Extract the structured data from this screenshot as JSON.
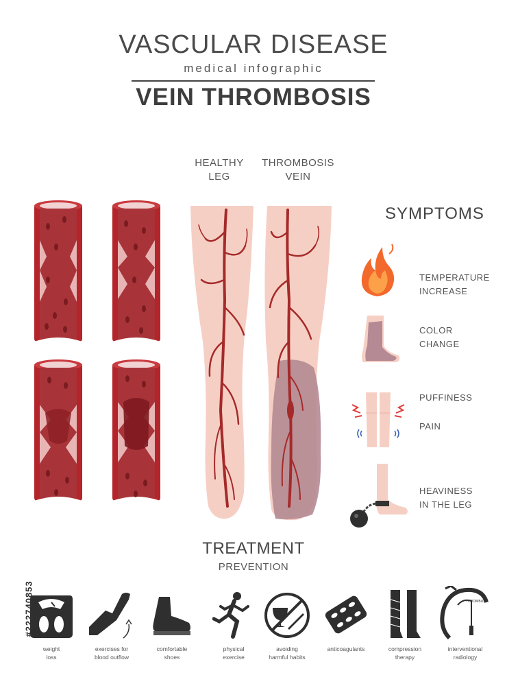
{
  "header": {
    "title": "VASCULAR DISEASE",
    "subtitle": "medical infographic",
    "heading": "VEIN THROMBOSIS"
  },
  "legs": {
    "healthy_label_line1": "HEALTHY",
    "healthy_label_line2": "LEG",
    "thrombosis_label_line1": "THROMBOSIS",
    "thrombosis_label_line2": "VEIN"
  },
  "symptoms": {
    "title": "SYMPTOMS",
    "items": [
      {
        "line1": "TEMPERATURE",
        "line2": "INCREASE",
        "icon": "flame-icon"
      },
      {
        "line1": "COLOR",
        "line2": "CHANGE",
        "icon": "discolored-foot-icon"
      },
      {
        "line1": "PUFFINESS",
        "line2": "",
        "icon": "swollen-legs-icon"
      },
      {
        "line1": "PAIN",
        "line2": "",
        "icon": "pain-icon"
      },
      {
        "line1": "HEAVINESS",
        "line2": "IN THE LEG",
        "icon": "ball-and-chain-icon"
      }
    ]
  },
  "treatment": {
    "title": "TREATMENT",
    "subtitle": "PREVENTION",
    "items": [
      {
        "line1": "weight",
        "line2": "loss",
        "icon": "scale-icon"
      },
      {
        "line1": "exercises for",
        "line2": "blood outflow",
        "icon": "raised-leg-icon"
      },
      {
        "line1": "comfortable",
        "line2": "shoes",
        "icon": "shoe-icon"
      },
      {
        "line1": "physical",
        "line2": "exercise",
        "icon": "runner-icon"
      },
      {
        "line1": "avoiding",
        "line2": "harmful habits",
        "icon": "no-smoking-drinking-icon"
      },
      {
        "line1": "anticoagulants",
        "line2": "",
        "icon": "pills-icon"
      },
      {
        "line1": "compression",
        "line2": "therapy",
        "icon": "compression-stocking-icon"
      },
      {
        "line1": "interventional",
        "line2": "radiology",
        "icon": "catheter-icon"
      }
    ],
    "catheter_tag": "THROMBUS"
  },
  "stock_id": "#222740853",
  "colors": {
    "vessel_wall": "#b3252a",
    "blood": "#a8343a",
    "vessel_inner": "#e8b5b5",
    "skin": "#f6cfc4",
    "vein": "#a52a2a",
    "bruise": "#b58a94",
    "text": "#444444"
  }
}
